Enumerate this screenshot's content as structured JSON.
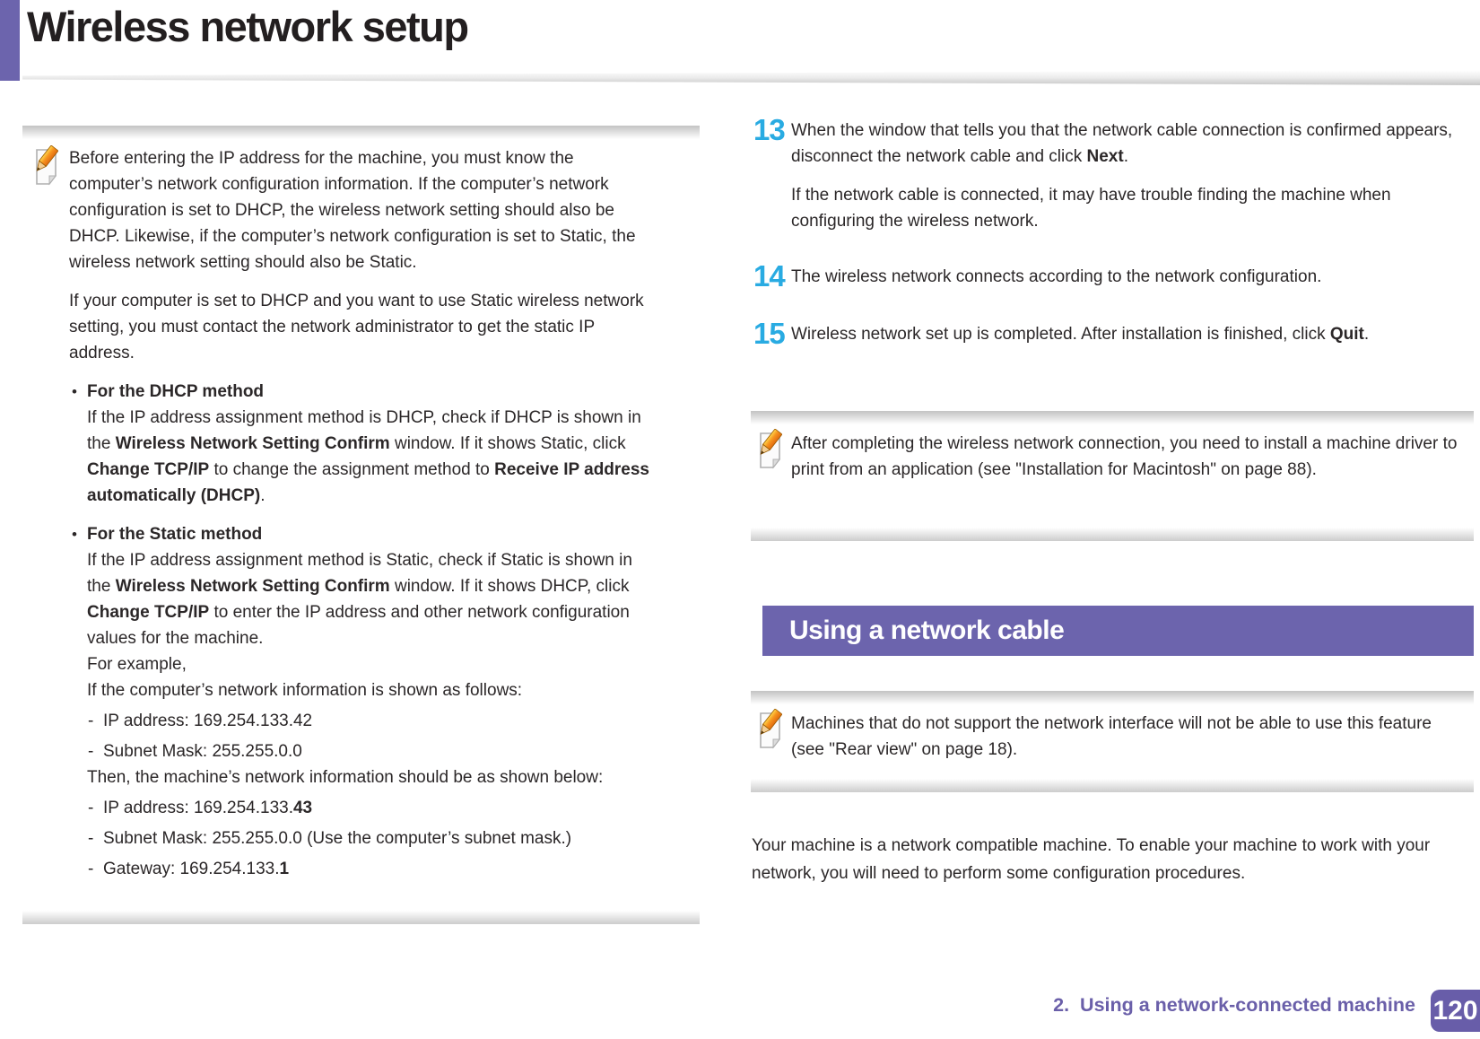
{
  "title": "Wireless network setup",
  "colors": {
    "accent_purple": "#6c64ad",
    "step_cyan": "#29abe2",
    "footer_purple": "#6a5fa9",
    "badge_purple": "#685da9"
  },
  "icons": {
    "note_icon": "pencil-note-icon"
  },
  "left_note": {
    "p1": [
      {
        "t": "Before entering the IP address for the machine, you must know the computer’s network configuration information. If the computer’s network configuration is set to DHCP, the wireless network setting should also be DHCP. Likewise, if the computer’s network configuration is set to Static, the wireless network setting should also be Static."
      }
    ],
    "p2": [
      {
        "t": "If your computer is set to DHCP and you want to use Static wireless network setting, you must contact the network administrator to get the static IP address."
      }
    ],
    "bullets": [
      {
        "title": "For the DHCP method",
        "body": [
          {
            "t": "If the IP address assignment method is DHCP, check if DHCP is shown in the "
          },
          {
            "t": "Wireless Network Setting Confirm",
            "b": true
          },
          {
            "t": " window. If it shows Static, click "
          },
          {
            "t": "Change TCP/IP",
            "b": true
          },
          {
            "t": " to change the assignment method to "
          },
          {
            "t": "Receive IP address automatically (DHCP)",
            "b": true
          },
          {
            "t": "."
          }
        ]
      },
      {
        "title": "For the Static method",
        "body": [
          {
            "t": "If the IP address assignment method is Static, check if Static is shown in the "
          },
          {
            "t": "Wireless Network Setting Confirm",
            "b": true
          },
          {
            "t": " window. If it shows DHCP, click "
          },
          {
            "t": "Change TCP/IP",
            "b": true
          },
          {
            "t": " to enter the IP address and other network configuration values for the machine."
          }
        ]
      }
    ],
    "example_lines": [
      "For example,",
      "If the computer’s network information is shown as follows:"
    ],
    "computer_info": [
      "IP address: 169.254.133.42",
      "Subnet Mask: 255.255.0.0"
    ],
    "then_line": "Then, the machine’s network information should be as shown below:",
    "machine_info": [
      [
        {
          "t": "IP address: 169.254.133."
        },
        {
          "t": "43",
          "b": true
        }
      ],
      [
        {
          "t": "Subnet Mask: 255.255.0.0 (Use the computer’s subnet mask.)"
        }
      ],
      [
        {
          "t": "Gateway: 169.254.133."
        },
        {
          "t": "1",
          "b": true
        }
      ]
    ]
  },
  "steps": [
    {
      "number": "13",
      "p1": [
        {
          "t": "When the window that tells you that the network cable connection is confirmed appears, disconnect the network cable and click "
        },
        {
          "t": "Next",
          "b": true
        },
        {
          "t": "."
        }
      ],
      "p2": [
        {
          "t": "If the network cable is connected, it may have trouble finding the machine when configuring the wireless network."
        }
      ]
    },
    {
      "number": "14",
      "p1": [
        {
          "t": "The wireless network connects according to the network configuration."
        }
      ]
    },
    {
      "number": "15",
      "p1": [
        {
          "t": "Wireless network set up is completed. After installation is finished, click "
        },
        {
          "t": "Quit",
          "b": true
        },
        {
          "t": "."
        }
      ]
    }
  ],
  "note_install": [
    {
      "t": "After completing the wireless network connection, you need to install a machine driver to print from an application (see \"Installation for Macintosh\" on page 88)."
    }
  ],
  "section": {
    "header": "Using a network cable"
  },
  "note_interface": [
    {
      "t": "Machines that do not support the network interface will not be able to use this feature (see \"Rear view\" on page 18)."
    }
  ],
  "closing_paragraph": "Your machine is a network compatible machine. To enable your machine to work with your network, you will need to perform some configuration procedures.",
  "footer": {
    "chapter": "2.  Using a network-connected machine",
    "page": "120"
  }
}
